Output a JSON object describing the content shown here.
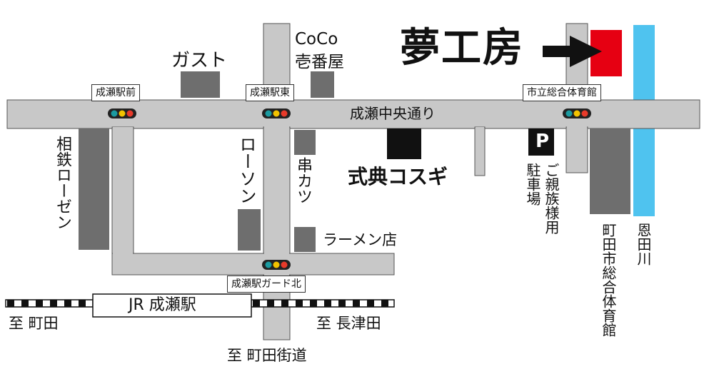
{
  "title": "夢工房",
  "colors": {
    "road": "#c8c8c8",
    "building": "#6e6e6e",
    "destination": "#e60012",
    "river": "#4fc3ef",
    "black": "#111111",
    "signal_red": "#e83a2a",
    "signal_yellow": "#f2c200",
    "signal_green": "#21a35a",
    "signal_teal": "#1a9aa0"
  },
  "icons": {
    "arrow": "arrow-right-icon",
    "parking": "parking-icon",
    "signal": "traffic-signal-icon"
  },
  "roads": {
    "main": "成瀬中央通り"
  },
  "intersections": {
    "seise_mae": "成瀬駅前",
    "seise_higashi": "成瀬駅東",
    "shiritsu": "市立総合体育館",
    "guard_kita": "成瀬駅ガード北"
  },
  "landmarks": {
    "gusto": "ガスト",
    "coco_line1": "CoCo",
    "coco_line2": "壱番屋",
    "lawson": "ローソン",
    "sotetsu_rosen": "相鉄ローゼン",
    "kushikatsu": "串カツ",
    "ramen": "ラーメン店",
    "shikiten": "式典コスギ",
    "parking_mark": "P",
    "parking_label_1": "駐車場",
    "parking_label_2": "ご親族様用",
    "gymnasium": "町田市総合体育館",
    "river": "恩田川"
  },
  "railway": {
    "station": "JR 成瀬駅",
    "to_machida": "至 町田",
    "to_nagatsuta": "至 長津田",
    "to_machida_kaido": "至 町田街道"
  }
}
